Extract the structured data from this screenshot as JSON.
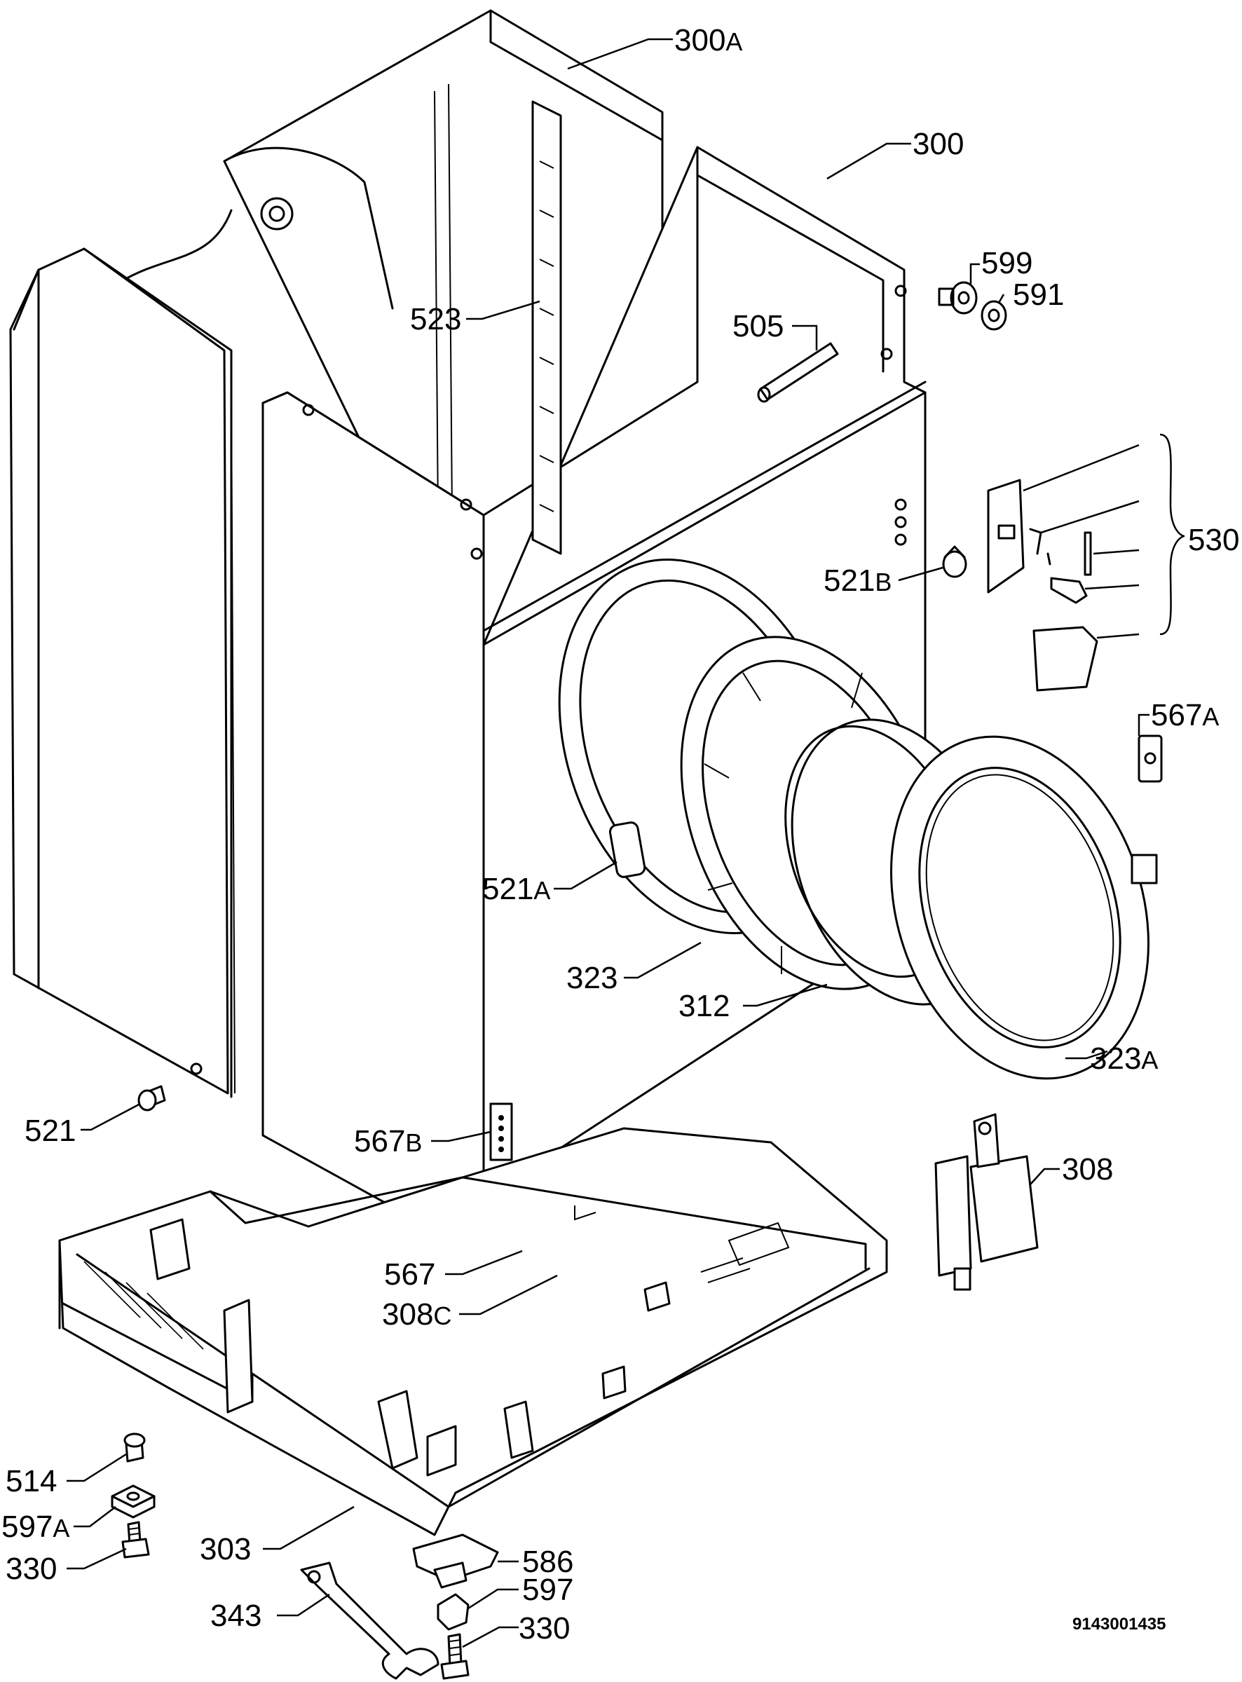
{
  "labels": {
    "l300a": {
      "num": "300",
      "sfx": "A"
    },
    "l300": {
      "num": "300",
      "sfx": ""
    },
    "l599": {
      "num": "599",
      "sfx": ""
    },
    "l591": {
      "num": "591",
      "sfx": ""
    },
    "l523": {
      "num": "523",
      "sfx": ""
    },
    "l505": {
      "num": "505",
      "sfx": ""
    },
    "l530": {
      "num": "530",
      "sfx": ""
    },
    "l521b": {
      "num": "521",
      "sfx": "B"
    },
    "l567a": {
      "num": "567",
      "sfx": "A"
    },
    "l521a": {
      "num": "521",
      "sfx": "A"
    },
    "l323": {
      "num": "323",
      "sfx": ""
    },
    "l312": {
      "num": "312",
      "sfx": ""
    },
    "l323a": {
      "num": "323",
      "sfx": "A"
    },
    "l521": {
      "num": "521",
      "sfx": ""
    },
    "l567b": {
      "num": "567",
      "sfx": "B"
    },
    "l308": {
      "num": "308",
      "sfx": ""
    },
    "l567": {
      "num": "567",
      "sfx": ""
    },
    "l308c": {
      "num": "308",
      "sfx": "C"
    },
    "l514": {
      "num": "514",
      "sfx": ""
    },
    "l597a": {
      "num": "597",
      "sfx": "A"
    },
    "l330L": {
      "num": "330",
      "sfx": ""
    },
    "l303": {
      "num": "303",
      "sfx": ""
    },
    "l586": {
      "num": "586",
      "sfx": ""
    },
    "l597": {
      "num": "597",
      "sfx": ""
    },
    "l343": {
      "num": "343",
      "sfx": ""
    },
    "l330R": {
      "num": "330",
      "sfx": ""
    }
  },
  "document_number": "9143001435"
}
